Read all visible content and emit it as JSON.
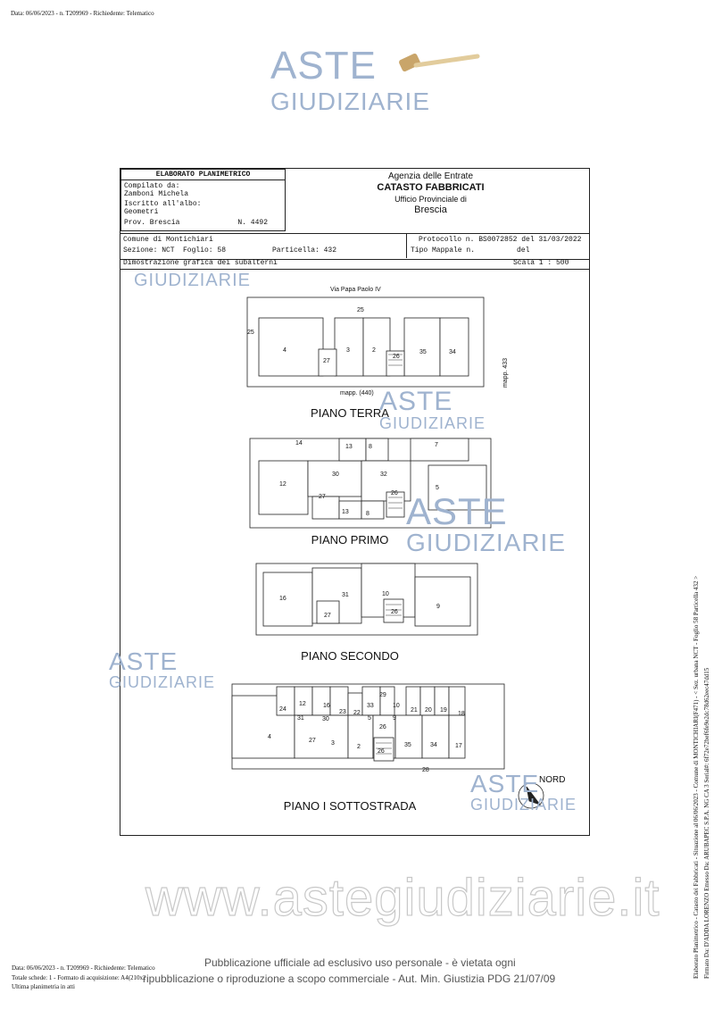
{
  "header": {
    "text": "Data: 06/06/2023 - n. T209969 - Richiedente: Telematico"
  },
  "watermark": {
    "word1": "ASTE",
    "word2": "GIUDIZIARIE",
    "url": "www.astegiudiziarie.it",
    "color": "#9fb3cf"
  },
  "form": {
    "title": "ELABORATO PLANIMETRICO",
    "compiled_label": "Compilato da:",
    "compiled_name": "Zamboni Michela",
    "registered_label": "Iscritto all'albo:",
    "registered_value": "Geometri",
    "prov": "Prov. Brescia",
    "num": "N. 4492"
  },
  "agency": {
    "line1": "Agenzia delle Entrate",
    "line2": "CATASTO FABBRICATI",
    "line3": "Ufficio Provinciale di",
    "line4": "Brescia"
  },
  "info": {
    "comune": "Comune di Montichiari",
    "sezione": "Sezione: NCT",
    "foglio": "Foglio: 58",
    "particella": "Particella: 432",
    "protocollo": "Protocollo n. BS0072852 del 31/03/2022",
    "tipo": "Tipo Mappale n.",
    "del": "del",
    "dimostrazione": "Dimostrazione grafica dei subalterni",
    "scala": "Scala 1 : 500"
  },
  "plan": {
    "street": "Via Papa Paolo IV",
    "mapp433": "mapp. 433",
    "mapp440": "mapp. (440)",
    "nord": "NORD",
    "floors": [
      "PIANO TERRA",
      "PIANO PRIMO",
      "PIANO SECONDO",
      "PIANO I SOTTOSTRADA"
    ],
    "terra": [
      "25",
      "25",
      "4",
      "27",
      "3",
      "2",
      "26",
      "35",
      "34"
    ],
    "primo": [
      "14",
      "13",
      "8",
      "7",
      "12",
      "30",
      "32",
      "27",
      "26",
      "5",
      "13",
      "8"
    ],
    "secondo": [
      "16",
      "31",
      "10",
      "27",
      "26",
      "9"
    ],
    "sotto": [
      "29",
      "24",
      "12",
      "31",
      "16",
      "30",
      "23",
      "22",
      "33",
      "5",
      "10",
      "9",
      "21",
      "20",
      "19",
      "18",
      "4",
      "27",
      "3",
      "2",
      "26",
      "26",
      "35",
      "34",
      "17",
      "28"
    ]
  },
  "footer": {
    "l1": "Data: 06/06/2023 - n. T209969 - Richiedente: Telematico",
    "l2": "Totale schede: 1 - Formato di acquisizione: A4(210x297) - Formato stampa richiesto: A4(210x297)",
    "l3": "Ultima planimetria in atti",
    "pub1": "Pubblicazione ufficiale ad esclusivo uso personale - è vietata ogni",
    "pub2": "ripubblicazione o riproduzione a scopo commerciale - Aut. Min. Giustizia PDG 21/07/09"
  },
  "side": {
    "s1": "Elaborato Planimetrico - Catasto dei Fabbricati - Situazione al 06/06/2023 - Comune di MONTICHIARI(F471) - < Sez. urbana NCT - Foglio 58 Particella 432 >",
    "s2": "Firmato Da: D'ADDA LORENZO Emesso Da: ARUBAPEC S.P.A. NG CA 3 Serial#: 6f72e72bef6fe9e2dc78d62eec47dd15"
  }
}
